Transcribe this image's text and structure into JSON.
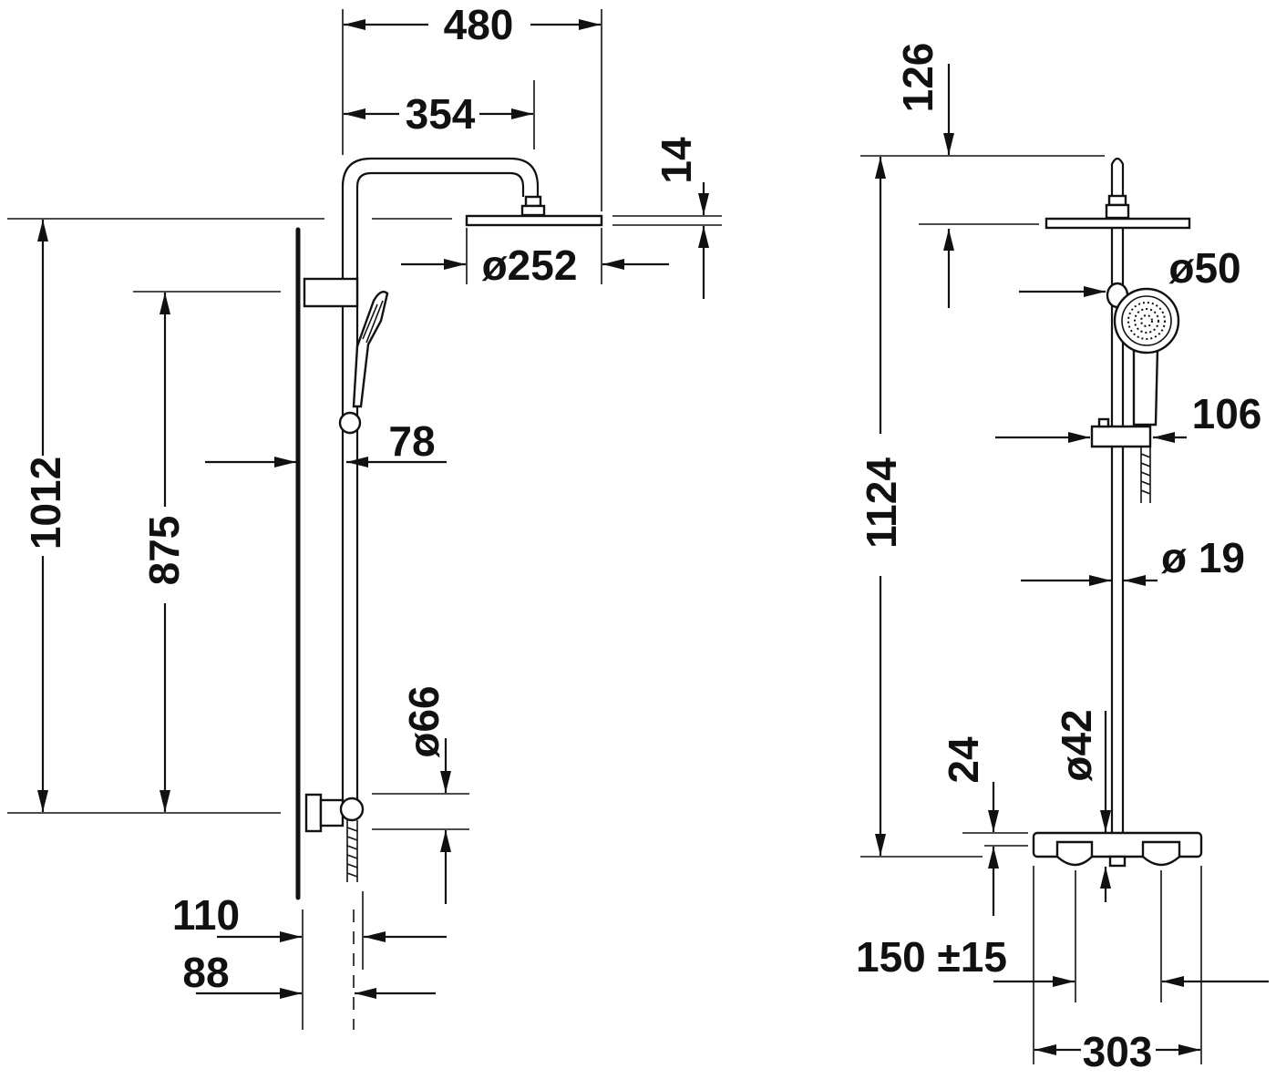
{
  "palette": {
    "ink": "#111111",
    "paper": "#ffffff"
  },
  "side_view": {
    "dimensions": {
      "total_width": "480",
      "arm_reach": "354",
      "head_thickness": "14",
      "head_diameter": "ø252",
      "overall_height": "1012",
      "bar_height": "875",
      "bar_offset": "78",
      "outlet_diameter": "ø66",
      "wall_depth_max": "110",
      "wall_depth_min": "88"
    }
  },
  "front_view": {
    "dimensions": {
      "top_clearance": "126",
      "handshower_diameter": "ø50",
      "holder_width": "106",
      "overall_height": "1124",
      "rail_diameter": "ø 19",
      "mixer_thickness": "24",
      "pipe_diameter": "ø42",
      "connection_spacing": "150 ±15",
      "mixer_width": "303"
    }
  }
}
